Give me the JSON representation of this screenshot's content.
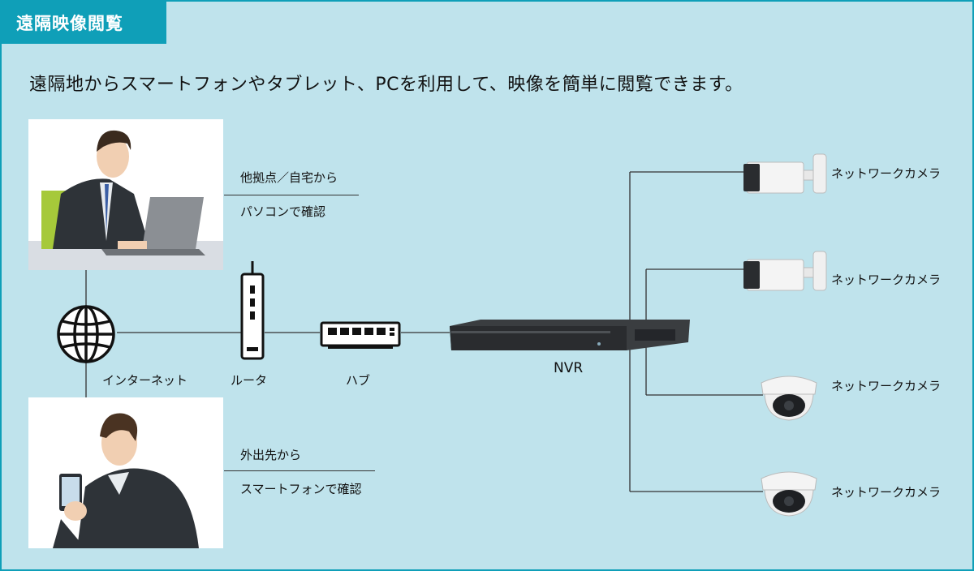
{
  "header": {
    "title": "遠隔映像閲覧"
  },
  "intro_text": "遠隔地からスマートフォンやタブレット、PCを利用して、映像を簡単に閲覧できます。",
  "pc_access": {
    "line1": "他拠点／自宅から",
    "line2": "パソコンで確認"
  },
  "mobile_access": {
    "line1": "外出先から",
    "line2": "スマートフォンで確認"
  },
  "devices": {
    "internet": "インターネット",
    "router": "ルータ",
    "hub": "ハブ",
    "nvr": "NVR"
  },
  "cameras": [
    {
      "label": "ネットワークカメラ",
      "type": "bullet"
    },
    {
      "label": "ネットワークカメラ",
      "type": "bullet"
    },
    {
      "label": "ネットワークカメラ",
      "type": "dome"
    },
    {
      "label": "ネットワークカメラ",
      "type": "dome"
    }
  ],
  "colors": {
    "accent": "#0f9fb8",
    "background": "#bfe3ec",
    "line": "#333333"
  }
}
